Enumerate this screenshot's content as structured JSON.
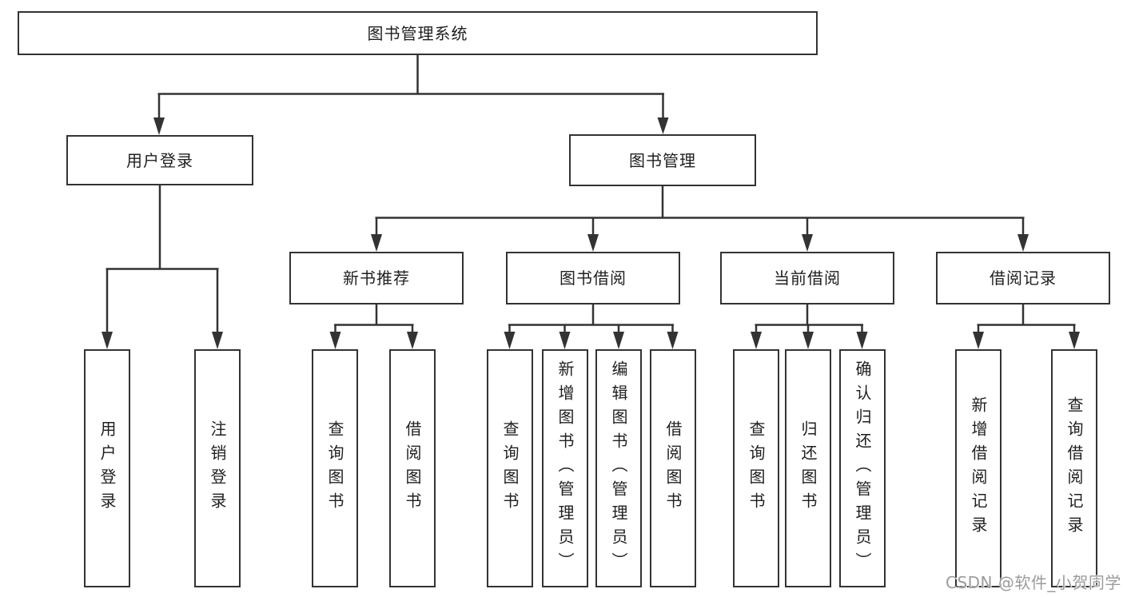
{
  "diagram": {
    "root": {
      "label": "图书管理系统"
    },
    "branches": [
      {
        "label": "用户登录",
        "children": [
          {
            "label": "用户登录"
          },
          {
            "label": "注销登录"
          }
        ]
      },
      {
        "label": "图书管理",
        "children": [
          {
            "label": "新书推荐",
            "children": [
              {
                "label": "查询图书"
              },
              {
                "label": "借阅图书"
              }
            ]
          },
          {
            "label": "图书借阅",
            "children": [
              {
                "label": "查询图书"
              },
              {
                "label": "新增图书（管理员）"
              },
              {
                "label": "编辑图书（管理员）"
              },
              {
                "label": "借阅图书"
              }
            ]
          },
          {
            "label": "当前借阅",
            "children": [
              {
                "label": "查询图书"
              },
              {
                "label": "归还图书"
              },
              {
                "label": "确认归还（管理员）"
              }
            ]
          },
          {
            "label": "借阅记录",
            "children": [
              {
                "label": "新增借阅记录"
              },
              {
                "label": "查询借阅记录"
              }
            ]
          }
        ]
      }
    ],
    "watermark": "CSDN @软件_小贺同学",
    "colors": {
      "line": "#333333",
      "text": "#1f1f1f",
      "background": "#ffffff",
      "watermark": "#9b9b9b"
    }
  }
}
